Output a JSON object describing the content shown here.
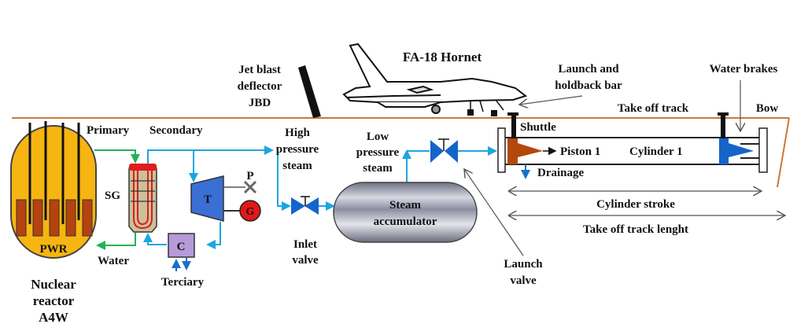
{
  "diagram": {
    "title": "Steam catapult system with nuclear reactor",
    "colors": {
      "deck": "#c8793e",
      "primary_loop": "#22b35a",
      "secondary_loop": "#1ba6e0",
      "tertiary": "#1b6fc9",
      "reactor_fill": "#f7b511",
      "fuel_rods": "#b5420f",
      "valve": "#1565c8",
      "turbine": "#3a6fd6",
      "generator": "#e11818",
      "condenser": "#b79ad8",
      "piston_launch": "#b3480d",
      "piston_brake": "#1565c8",
      "sg_fill": "#c9c19a",
      "sg_coil": "#e01c1c"
    },
    "labels": {
      "reactor_core": "PWR",
      "reactor_caption": [
        "Nuclear",
        "reactor",
        "A4W"
      ],
      "primary": "Primary",
      "secondary": "Secondary",
      "water": "Water",
      "steam_generator": "SG",
      "turbine": "T",
      "generator": "G",
      "pump": "P",
      "condenser": "C",
      "tertiary": "Terciary",
      "high_pressure_steam": [
        "High",
        "pressure",
        "steam"
      ],
      "inlet_valve": [
        "Inlet",
        "valve"
      ],
      "steam_accumulator": [
        "Steam",
        "accumulator"
      ],
      "low_pressure_steam": [
        "Low",
        "pressure",
        "steam"
      ],
      "launch_valve": [
        "Launch",
        "valve"
      ],
      "jet_blast_deflector": [
        "Jet blast",
        "deflector",
        "JBD"
      ],
      "aircraft": "FA-18 Hornet",
      "launch_holdback_bar": [
        "Launch and",
        "holdback bar"
      ],
      "water_brakes": "Water brakes",
      "take_off_track": "Take off track",
      "bow": "Bow",
      "shuttle": "Shuttle",
      "piston": "Piston 1",
      "cylinder": "Cylinder 1",
      "drainage": "Drainage",
      "cylinder_stroke": "Cylinder stroke",
      "track_length": "Take off track lenght"
    }
  }
}
